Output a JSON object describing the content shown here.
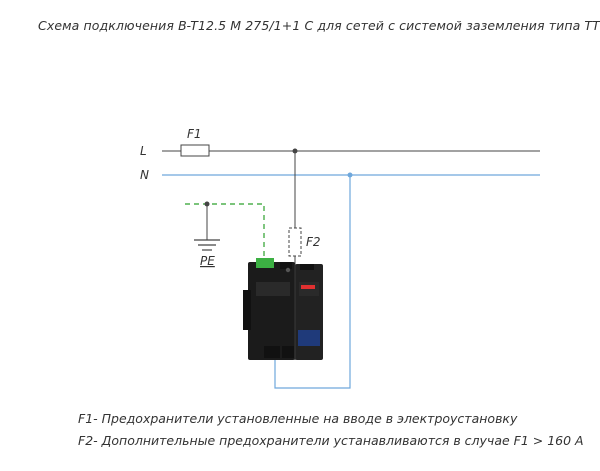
{
  "title": "Схема подключения B-T12.5 M 275/1+1 C для сетей с системой заземления  типа TT",
  "labels": {
    "line": "L",
    "neutral": "N",
    "fuse_f1": "F1",
    "fuse_f2": "F2",
    "pe": "PE"
  },
  "notes": [
    "F1- Предохранители установленные на вводе в электроустановку",
    "F2- Дополнительные предохранители устанавливаются в случае F1 > 160 A"
  ],
  "colors": {
    "line_wire": "#444444",
    "neutral_wire": "#6fa8dc",
    "pe_wire": "#2ca02c",
    "device_body": "#1a1a1a",
    "terminal": "#3cb043",
    "indicator": "#e03030"
  }
}
